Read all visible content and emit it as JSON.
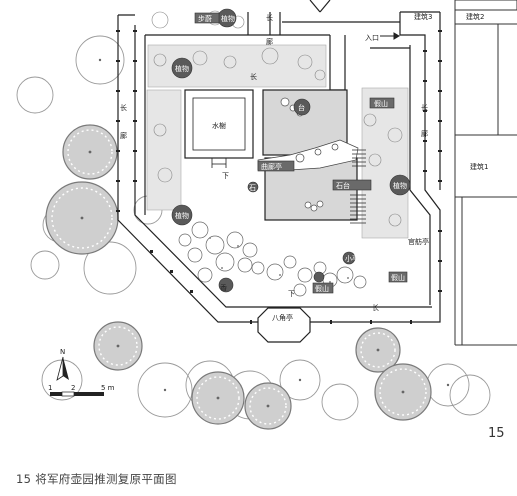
{
  "figure_number": "15",
  "caption": "15 将军府壶园推测复原平面图",
  "labels": {
    "buwei": "步蔚",
    "zhiwu": "植物",
    "chang": "长",
    "lang": "廊",
    "jianzhu3": "建筑3",
    "jianzhu2": "建筑2",
    "jianzhu1": "建筑1",
    "rukou": "入口",
    "shuixie": "水榭",
    "jiashan": "假山",
    "tai": "台",
    "shuige": "石台",
    "shi": "石",
    "pingting": "曲廊亭",
    "xiaoting": "小亭",
    "guanjian": "官舫亭",
    "bajiaoting": "八角亭",
    "xiang": "香",
    "xia": "下",
    "n": "N",
    "scale_1": "1",
    "scale_2": "2",
    "scale_5m": "5 m"
  }
}
